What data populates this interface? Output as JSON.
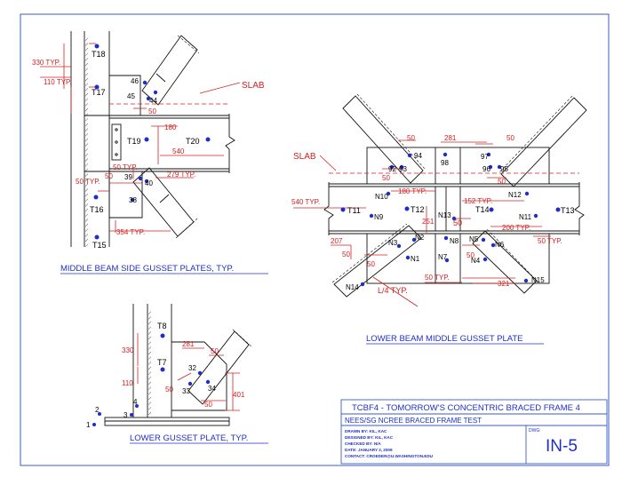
{
  "colors": {
    "linework": "#111111",
    "dimension": "#d42020",
    "sensor": "#1f2fc4",
    "border": "#3a5bc7"
  },
  "views": {
    "middle_beam": {
      "title": "MIDDLE BEAM SIDE GUSSET PLATES, TYP.",
      "slab_label": "SLAB",
      "dims": [
        "330 TYP.",
        "110 TYP.",
        "50",
        "180",
        "540",
        "50 TYP.",
        "50",
        "279 TYP.",
        "50 TYP.",
        "354 TYP."
      ],
      "sensors": [
        "T18",
        "T17",
        "46",
        "45",
        "44",
        "T19",
        "T20",
        "39",
        "40",
        "38",
        "T16",
        "T15"
      ]
    },
    "lower_beam": {
      "title": "LOWER BEAM MIDDLE GUSSET PLATE",
      "slab_label": "SLAB",
      "dims": [
        "50",
        "281",
        "50",
        "50",
        "50",
        "540 TYP.",
        "180 TYP.",
        "251",
        "50",
        "152 TYP.",
        "200 TYP.",
        "207",
        "50",
        "50",
        "L/4 TYP.",
        "50 TYP.",
        "50",
        "321",
        "50 TYP."
      ],
      "sensors": [
        "92",
        "93",
        "94",
        "98",
        "97",
        "96",
        "95",
        "N10",
        "T11",
        "N9",
        "T12",
        "N13",
        "T14",
        "N12",
        "N11",
        "T13",
        "N3",
        "N2",
        "N1",
        "N8",
        "N7",
        "N5",
        "N6",
        "N4",
        "N14",
        "N15"
      ]
    },
    "lower_gusset": {
      "title": "LOWER GUSSET PLATE, TYP.",
      "dims": [
        "330",
        "110",
        "281",
        "50",
        "50",
        "50",
        "401"
      ],
      "sensors": [
        "T8",
        "T7",
        "32",
        "33",
        "34",
        "1",
        "2",
        "3",
        "4"
      ]
    }
  },
  "title_block": {
    "project": "TCBF4 - TOMORROW'S CONCENTRIC BRACED FRAME 4",
    "subtitle": "NEES/SG NCREE BRACED FRAME TEST",
    "drawn_by": "DRAWN BY: KIL, KAC",
    "designed_by": "DESIGNED BY: KIL, KAC",
    "checked_by": "CHECKED BY: N/A",
    "date": "DATE: JANUARY 2, 2009",
    "contact": "CONTACT: CROEDER@U.WASHINGTON.EDU",
    "dwg_label": "DWG:",
    "dwg_number": "IN-5"
  }
}
